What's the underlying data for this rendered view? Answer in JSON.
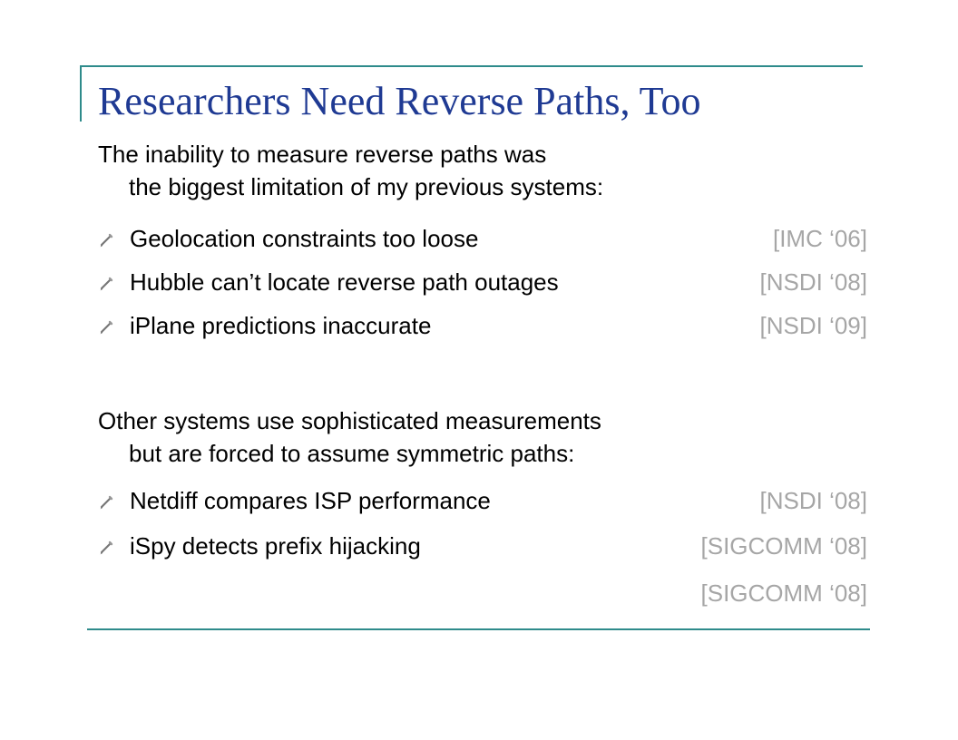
{
  "slide": {
    "title": "Researchers Need Reverse Paths, Too",
    "accent_color": "#2e8b8b",
    "title_color": "#1f3a93",
    "citation_color": "#a6a6a6",
    "section1": {
      "line1": "The inability to measure reverse paths was",
      "line2": "the biggest limitation of my previous systems:",
      "bullets": [
        {
          "icon": "pencil-icon",
          "text": "Geolocation constraints too loose",
          "cite": "[IMC ‘06]"
        },
        {
          "icon": "pencil-icon",
          "text": "Hubble can’t locate reverse path outages",
          "cite": "[NSDI ‘08]"
        },
        {
          "icon": "pencil-icon",
          "text": "iPlane predictions inaccurate",
          "cite": "[NSDI ‘09]"
        }
      ]
    },
    "section2": {
      "line1": "Other systems use sophisticated measurements",
      "line2": "but are forced to assume symmetric paths:",
      "bullets": [
        {
          "icon": "pencil-icon",
          "text": "Netdiff compares ISP performance",
          "cite": "[NSDI ‘08]"
        },
        {
          "icon": "pencil-icon",
          "text": "iSpy detects prefix hijacking",
          "cite": "[SIGCOMM ‘08]"
        }
      ],
      "extra_cite": "[SIGCOMM ‘08]"
    }
  }
}
